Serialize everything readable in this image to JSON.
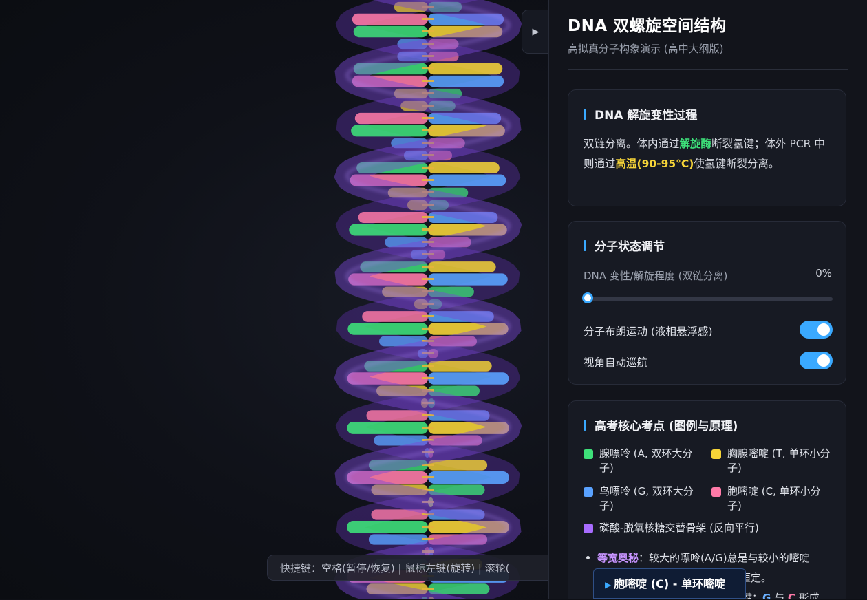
{
  "panel": {
    "title": "DNA 双螺旋空间结构",
    "subtitle": "高拟真分子构象演示 (高中大纲版)"
  },
  "unwind_card": {
    "title": "DNA 解旋变性过程",
    "text_1": "双链分离。体内通过",
    "highlight_1": "解旋酶",
    "text_2": "断裂氢键；体外 PCR 中则通过",
    "highlight_2": "高温(90-95°C)",
    "text_3": "使氢键断裂分离。"
  },
  "controls": {
    "title": "分子状态调节",
    "slider_label": "DNA 变性/解旋程度 (双链分离)",
    "slider_value": "0%",
    "slider_fraction": 0,
    "toggle_brownian": "分子布朗运动 (液相悬浮感)",
    "toggle_brownian_on": true,
    "toggle_cruise": "视角自动巡航",
    "toggle_cruise_on": true
  },
  "points": {
    "title": "高考核心考点 (图例与原理)",
    "legend": {
      "adenine": "腺嘌呤 (A, 双环大分子)",
      "thymine": "胸腺嘧啶 (T, 单环小分子)",
      "guanine": "鸟嘌呤 (G, 双环大分子)",
      "cytosine": "胞嘧啶 (C, 单环小分子)",
      "backbone": "磷酸-脱氧核糖交替骨架 (反向平行)"
    },
    "bullet_1_key": "等宽奥秘",
    "bullet_1_text": "：较大的嘌呤(A/G)总是与较小的嘧啶",
    "bullet_1_tail": "直径恒定。",
    "bullet_2_tail": "键：",
    "bullet_2_g": "G",
    "bullet_2_and": " 与 ",
    "bullet_2_c": "C",
    "bullet_2_end": " 形成"
  },
  "shortcut_bar": "快捷键：空格(暂停/恢复) | 鼠标左键(旋转) | 滚轮(",
  "tooltip": "胞嘧啶 (C) - 单环嘧啶",
  "colors": {
    "adenine": "#3ee07a",
    "thymine": "#f6d438",
    "guanine": "#5aa2ff",
    "cytosine": "#ff7aa8",
    "backbone": "#a86cff",
    "accent": "#3aa9ff"
  }
}
